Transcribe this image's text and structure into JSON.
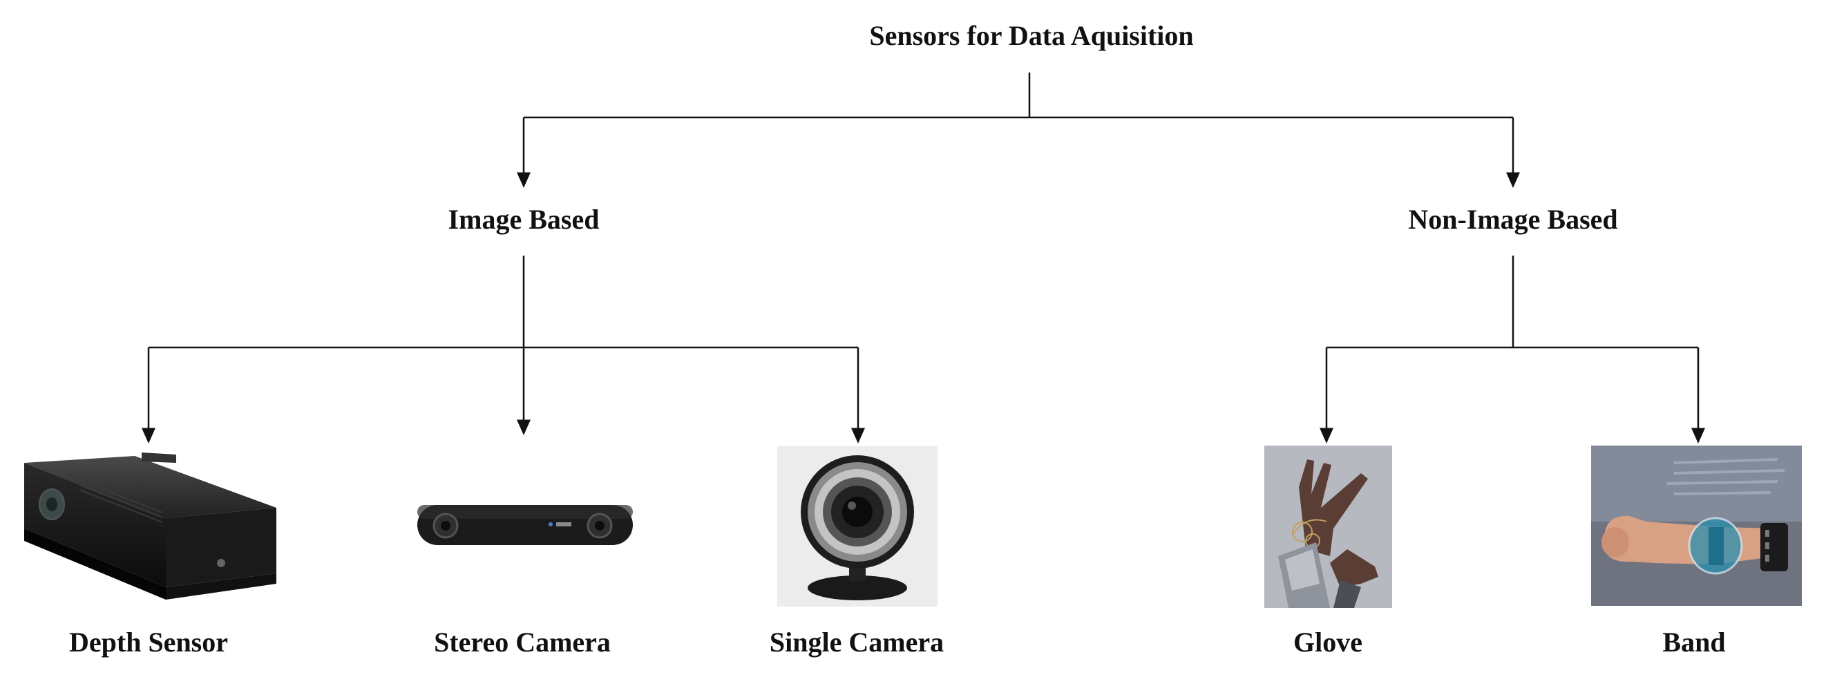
{
  "root": {
    "label": "Sensors for Data Aquisition"
  },
  "categories": [
    {
      "label": "Image Based",
      "children": [
        {
          "label": "Depth Sensor",
          "icon": "depth-sensor-icon"
        },
        {
          "label": "Stereo Camera",
          "icon": "stereo-camera-icon"
        },
        {
          "label": "Single Camera",
          "icon": "webcam-icon"
        }
      ]
    },
    {
      "label": "Non-Image Based",
      "children": [
        {
          "label": "Glove",
          "icon": "data-glove-icon"
        },
        {
          "label": "Band",
          "icon": "armband-icon"
        }
      ]
    }
  ],
  "colors": {
    "line": "#111111",
    "text": "#111111"
  }
}
